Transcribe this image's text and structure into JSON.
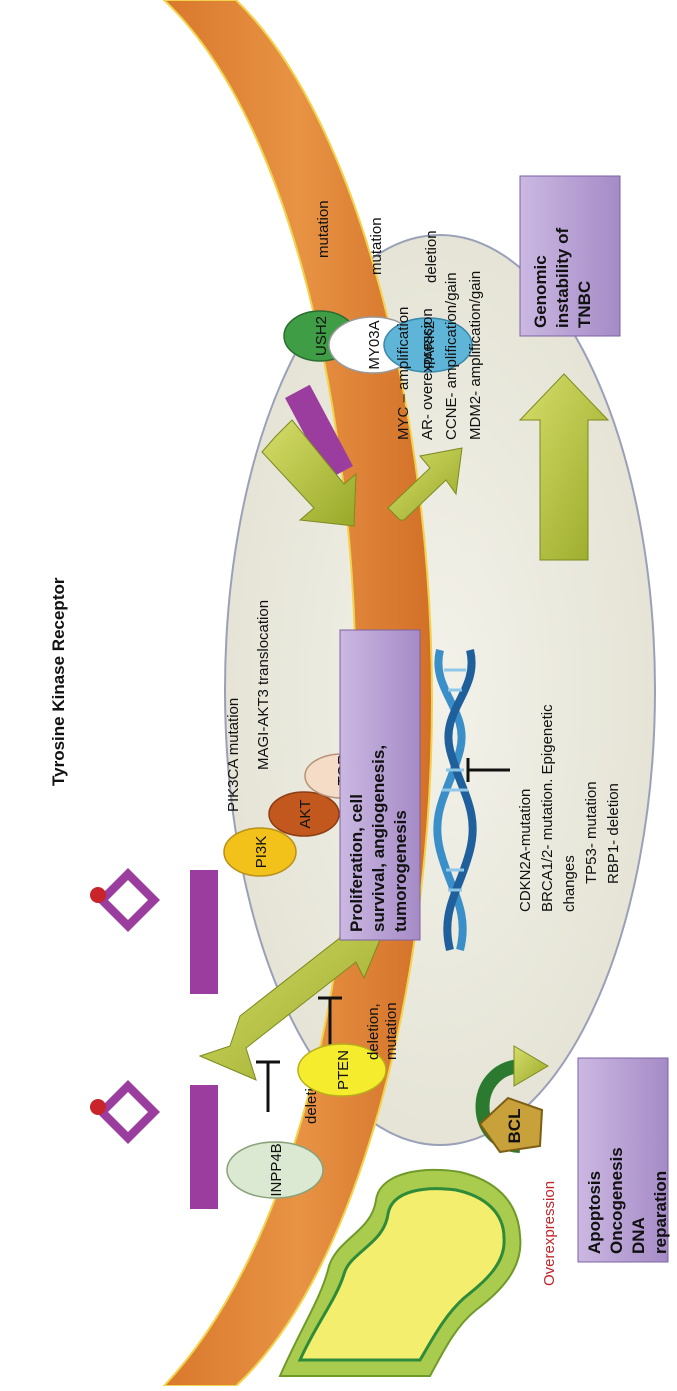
{
  "title": "Tyrosine Kinase Receptor",
  "colors": {
    "membrane": "#e0883a",
    "nucleus": "#ecebdf",
    "arrow": "#b7c33a",
    "purple": "#9b3d9e",
    "box": "#b69cd3",
    "mito_outer": "#a9cc4e",
    "mito_inner": "#f4ee6e",
    "overexpression": "#c0262c"
  },
  "receptor_mutations": {
    "ush2": {
      "name": "USH2",
      "status": "mutation"
    },
    "my03a": {
      "name": "MY03A",
      "status": "mutation"
    },
    "park2": {
      "name": "PARK2",
      "status": "deletion"
    }
  },
  "pathway": {
    "pi3k": "PI3K",
    "akt": "AKT",
    "mtor": "mTOR",
    "note1": "PIK3CA mutation",
    "note2": "MAGI-AKT3 translocation"
  },
  "inhibitors": {
    "inpp4b": {
      "name": "INPP4B",
      "status": "deletion"
    },
    "pten": {
      "name": "PTEN",
      "status1": "deletion,",
      "status2": "mutation"
    }
  },
  "proliferation_box": [
    "Proliferation, cell",
    "survival, angiogenesis,",
    "tumorogenesis"
  ],
  "amplifications": [
    "MYC – amplification",
    "AR- overexpression",
    "CCNE- amplification/gain",
    "MDM2- amplification/gain"
  ],
  "genomic_box": [
    "Genomic",
    "instability of",
    "TNBC"
  ],
  "dna_mutations": [
    "CDKN2A-mutation",
    "BRCA1/2- mutation. Epigenetic",
    "changes",
    "TP53- mutation",
    "RBP1- deletion"
  ],
  "bcl": {
    "name": "BCL",
    "overexpression": "Overexpression",
    "outcomes": [
      "Apoptosis",
      "Oncogenesis",
      "DNA",
      "reparation"
    ]
  }
}
